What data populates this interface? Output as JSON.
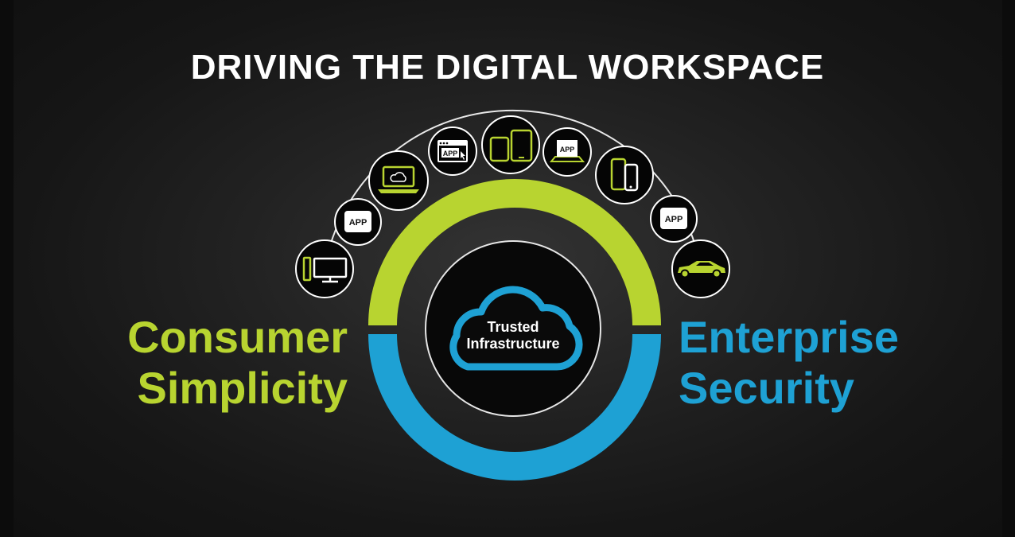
{
  "headline": "DRIVING THE DIGITAL WORKSPACE",
  "left_label": {
    "line1": "Consumer",
    "line2": "Simplicity",
    "color": "#b8d430"
  },
  "right_label": {
    "line1": "Enterprise",
    "line2": "Security",
    "color": "#1ea1d4"
  },
  "center": {
    "line1": "Trusted",
    "line2": "Infrastructure"
  },
  "colors": {
    "accent_green": "#b8d430",
    "accent_blue": "#1ea1d4",
    "background": "#1c1c1c"
  },
  "devices": [
    {
      "id": "desktop",
      "icon": "desktop-computer-icon"
    },
    {
      "id": "app1",
      "icon": "app-icon",
      "label": "APP"
    },
    {
      "id": "laptop",
      "icon": "laptop-cloud-icon"
    },
    {
      "id": "browser",
      "icon": "browser-app-icon",
      "label": "APP"
    },
    {
      "id": "tablets",
      "icon": "tablet-devices-icon"
    },
    {
      "id": "app2",
      "icon": "app-box-icon",
      "label": "APP"
    },
    {
      "id": "phones",
      "icon": "smartphone-icon"
    },
    {
      "id": "app3",
      "icon": "app-icon",
      "label": "APP"
    },
    {
      "id": "car",
      "icon": "car-icon"
    }
  ]
}
